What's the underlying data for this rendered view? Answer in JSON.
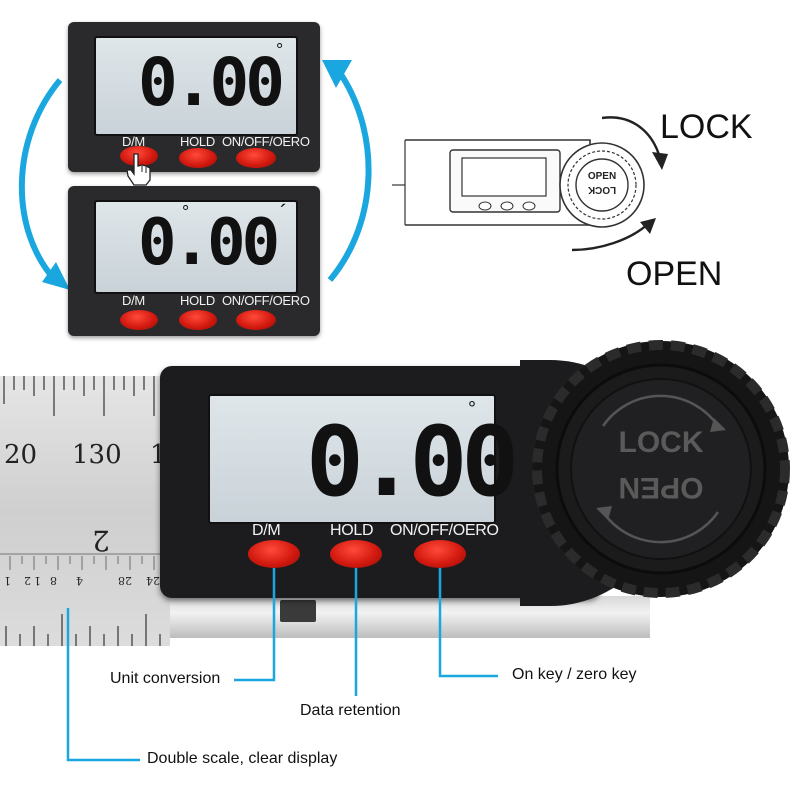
{
  "top_display": {
    "reading": "0.00",
    "unit_symbol": "°",
    "buttons": [
      "D/M",
      "HOLD",
      "ON/OFF/OERO"
    ]
  },
  "middle_display": {
    "reading": "0.00",
    "unit_symbol_1": "°",
    "unit_symbol_2": "´",
    "buttons": [
      "D/M",
      "HOLD",
      "ON/OFF/OERO"
    ]
  },
  "lock_diagram": {
    "lock_label": "LOCK",
    "open_label": "OPEN",
    "knob_text_top": "OPEN",
    "knob_text_bottom": "LOCK"
  },
  "main_device": {
    "reading": "0.00",
    "unit_symbol": "°",
    "buttons": [
      "D/M",
      "HOLD",
      "ON/OFF/OERO"
    ],
    "knob_text_top": "LOCK",
    "knob_text_bottom": "OPEN",
    "ruler_numbers": [
      "20",
      "130",
      "1"
    ],
    "ruler_small": [
      "1",
      "2",
      "1",
      "8",
      "4",
      "28",
      "24"
    ],
    "ruler_mark": "2"
  },
  "callouts": {
    "unit_conversion": "Unit conversion",
    "data_retention": "Data retention",
    "on_zero": "On key / zero key",
    "double_scale": "Double scale, clear display"
  },
  "colors": {
    "accent_blue": "#1aa7e0",
    "button_red": "#d41a10",
    "panel_dark": "#2a2a2c"
  }
}
